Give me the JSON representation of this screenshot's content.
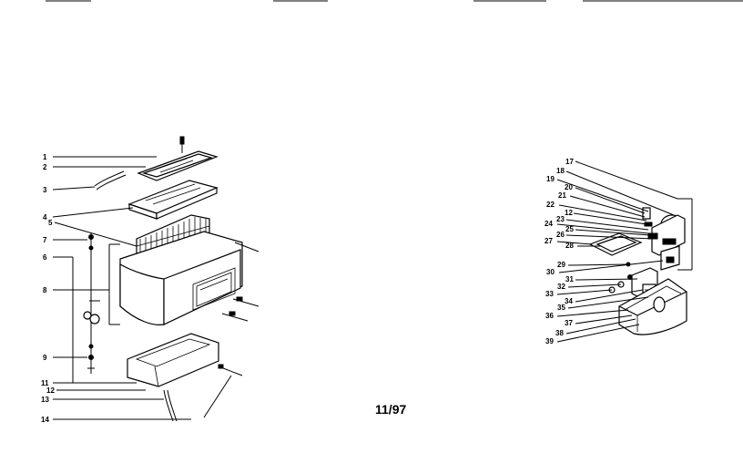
{
  "date_code": "11/97",
  "left_callouts": [
    "1",
    "2",
    "3",
    "4",
    "5",
    "7",
    "6",
    "8",
    "9",
    "11",
    "12",
    "13",
    "14"
  ],
  "right_callouts": [
    "17",
    "18",
    "19",
    "20",
    "21",
    "22",
    "12",
    "23",
    "24",
    "25",
    "26",
    "27",
    "28",
    "29",
    "30",
    "31",
    "32",
    "33",
    "34",
    "35",
    "36",
    "37",
    "38",
    "39"
  ]
}
